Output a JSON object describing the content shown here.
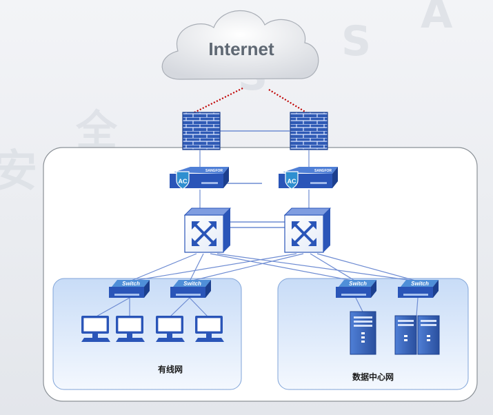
{
  "cloud": {
    "label": "Internet"
  },
  "zones": {
    "wired": {
      "label": "有线网"
    },
    "datacenter": {
      "label": "数据中心网"
    }
  },
  "device_labels": {
    "ac_brand": "SANGFOR",
    "ac_badge": "AC",
    "access_switch": "Switch"
  },
  "watermark": [
    "安",
    "全",
    "S",
    "S",
    "A"
  ],
  "colors": {
    "background": "#e9ecf1",
    "panel": "#ffffff",
    "zone_fill": "#dbe9fb",
    "device_blue": "#2a55b8",
    "link_dotted": "#c00000",
    "link": "#6d8bd2"
  }
}
